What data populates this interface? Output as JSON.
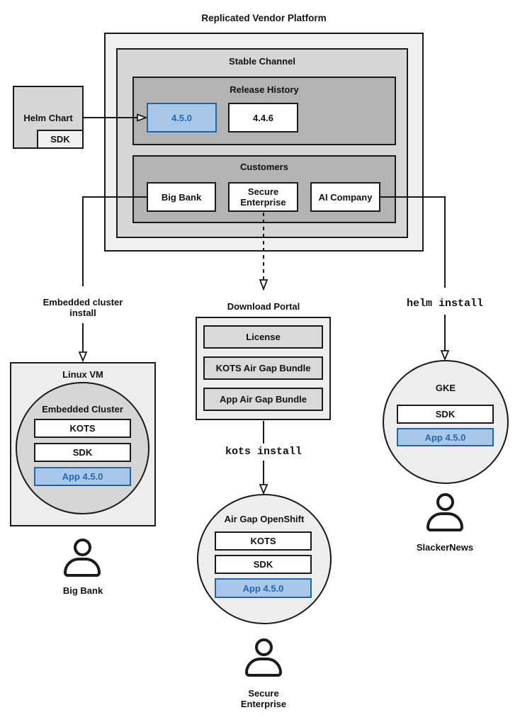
{
  "title": "Replicated Vendor Platform",
  "platform": {
    "channel": "Stable Channel",
    "release_history": {
      "label": "Release History",
      "releases": [
        "4.5.0",
        "4.4.6"
      ]
    },
    "customers": {
      "label": "Customers",
      "items": [
        "Big Bank",
        "Secure Enterprise",
        "AI Company"
      ]
    }
  },
  "helm_chart": {
    "label": "Helm Chart",
    "sdk": "SDK"
  },
  "left_branch": {
    "install_method": "Embedded cluster install",
    "vm": "Linux VM",
    "cluster": "Embedded Cluster",
    "components": [
      "KOTS",
      "SDK",
      "App 4.5.0"
    ],
    "persona": "Big Bank"
  },
  "middle_branch": {
    "portal": {
      "label": "Download Portal",
      "items": [
        "License",
        "KOTS Air Gap Bundle",
        "App Air Gap Bundle"
      ]
    },
    "command": "kots install",
    "cluster": "Air Gap OpenShift",
    "components": [
      "KOTS",
      "SDK",
      "App 4.5.0"
    ],
    "persona": "Secure Enterprise"
  },
  "right_branch": {
    "command": "helm install",
    "cluster": "GKE",
    "components": [
      "SDK",
      "App 4.5.0"
    ],
    "persona": "SlackerNews"
  },
  "colors": {
    "highlight_fill": "#a9c7e8",
    "highlight_border": "#2465a8",
    "highlight_text": "#2468b0"
  }
}
